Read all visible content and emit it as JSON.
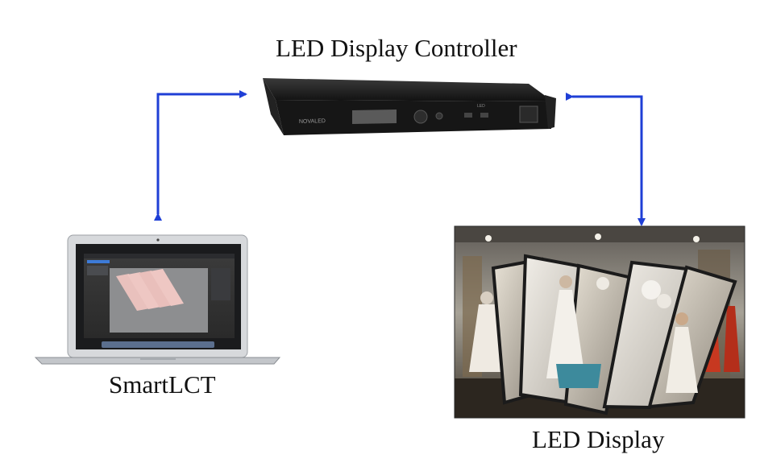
{
  "diagram": {
    "controller": {
      "title": "LED Display Controller",
      "front_brand": "NOVALED",
      "front_badge": "LED"
    },
    "computer": {
      "label": "SmartLCT"
    },
    "display": {
      "label": "LED Display"
    },
    "connections": [
      {
        "from": "SmartLCT",
        "to": "LED Display Controller",
        "direction": "bidirectional"
      },
      {
        "from": "LED Display Controller",
        "to": "LED Display",
        "direction": "bidirectional"
      }
    ],
    "colors": {
      "arrow": "#1f3fd6",
      "controller_body": "#141414",
      "background": "#ffffff",
      "text": "#111111"
    }
  }
}
